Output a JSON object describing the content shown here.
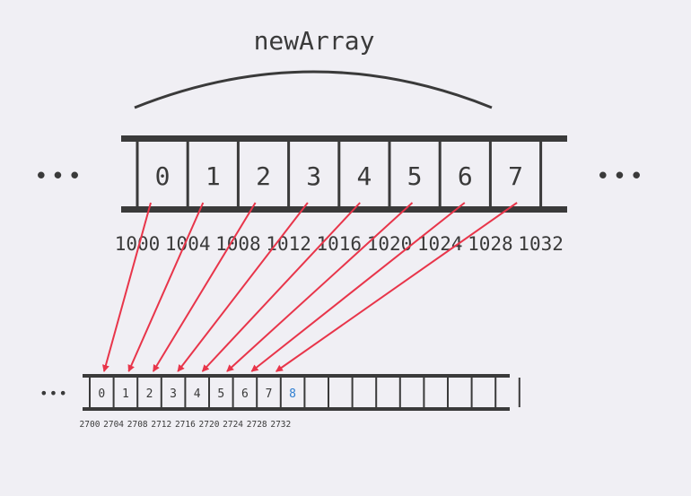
{
  "title": "newArray",
  "ellipsis": "•••",
  "top_array": {
    "cells": [
      "0",
      "1",
      "2",
      "3",
      "4",
      "5",
      "6",
      "7"
    ],
    "addresses": [
      "1000",
      "1004",
      "1008",
      "1012",
      "1016",
      "1020",
      "1024",
      "1028",
      "1032"
    ]
  },
  "bottom_array": {
    "cells": [
      "0",
      "1",
      "2",
      "3",
      "4",
      "5",
      "6",
      "7",
      "8",
      "",
      "",
      "",
      "",
      "",
      "",
      "",
      "",
      ""
    ],
    "highlight_index": 8,
    "addresses": [
      "2700",
      "2704",
      "2708",
      "2712",
      "2716",
      "2720",
      "2724",
      "2728",
      "2732"
    ]
  },
  "colors": {
    "background": "#f0eff4",
    "ink": "#3a3a3a",
    "arrow": "#e8354a",
    "highlight": "#2f7fd1"
  }
}
